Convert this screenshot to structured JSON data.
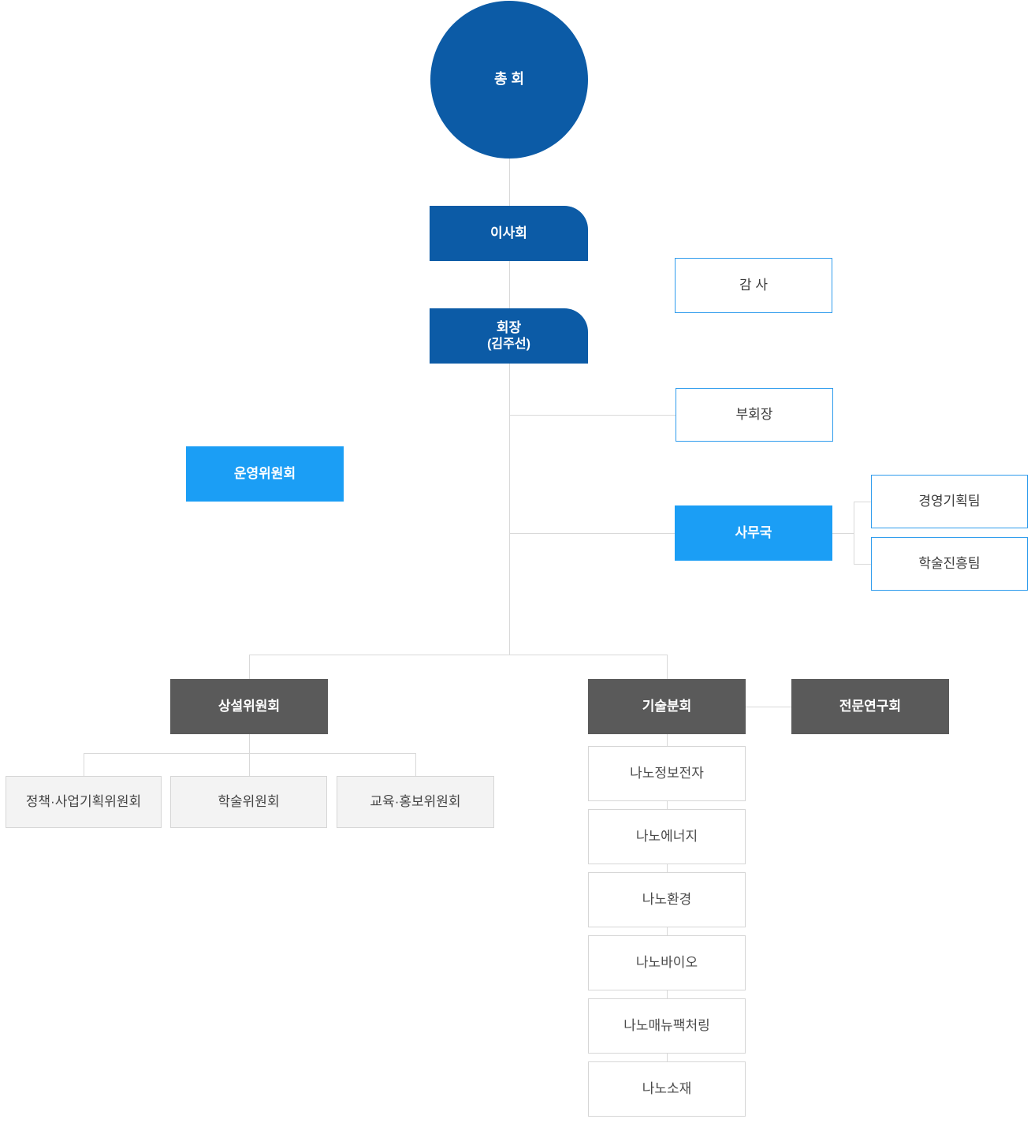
{
  "diagram_type": "organization-chart",
  "colors": {
    "primary_blue": "#0c5ba6",
    "sky_blue": "#1b9ef5",
    "outline_blue": "#2f9ced",
    "dark_gray": "#5a5a5a",
    "light_gray_bg": "#f3f3f3",
    "connector_line": "#d9d9d9"
  },
  "nodes": {
    "general_assembly": {
      "label": "총 회"
    },
    "board": {
      "label": "이사회"
    },
    "president": {
      "label": "회장",
      "name": "(김주선)"
    },
    "auditor": {
      "label": "감 사"
    },
    "vice_president": {
      "label": "부회장"
    },
    "steering_committee": {
      "label": "운영위원회"
    },
    "secretariat": {
      "label": "사무국"
    },
    "management_planning_team": {
      "label": "경영기획팀"
    },
    "academic_promotion_team": {
      "label": "학술진흥팀"
    },
    "standing_committee": {
      "label": "상설위원회"
    },
    "policy_business_planning_committee": {
      "label": "정책·사업기획위원회"
    },
    "academic_committee": {
      "label": "학술위원회"
    },
    "education_pr_committee": {
      "label": "교육·홍보위원회"
    },
    "technical_division": {
      "label": "기술분회"
    },
    "professional_research_society": {
      "label": "전문연구회"
    },
    "nano_divisions": [
      {
        "label": "나노정보전자"
      },
      {
        "label": "나노에너지"
      },
      {
        "label": "나노환경"
      },
      {
        "label": "나노바이오"
      },
      {
        "label": "나노매뉴팩처링"
      },
      {
        "label": "나노소재"
      }
    ]
  }
}
